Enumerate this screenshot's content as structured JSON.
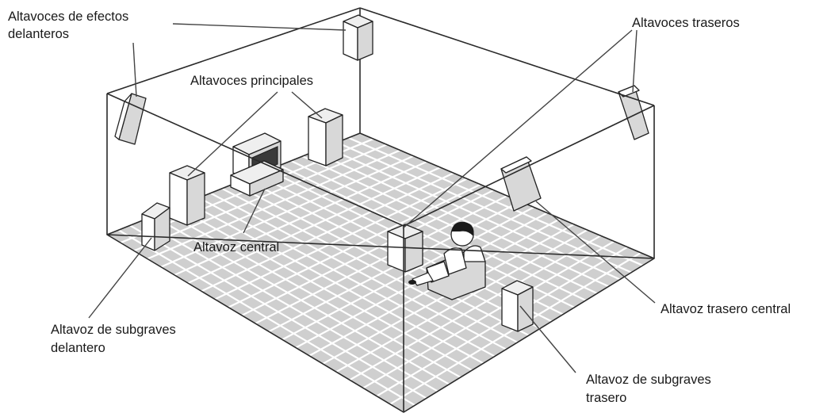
{
  "labels": {
    "front_effects": [
      "Altavoces de efectos",
      "delanteros"
    ],
    "rear": [
      "Altavoces traseros"
    ],
    "main": [
      "Altavoces principales"
    ],
    "center": [
      "Altavoz central"
    ],
    "front_sub": [
      "Altavoz de subgraves",
      "delantero"
    ],
    "rear_center": [
      "Altavoz trasero central"
    ],
    "rear_sub": [
      "Altavoz de subgraves",
      "trasero"
    ]
  },
  "colors": {
    "floor": "#cfcfcf",
    "floor_grid": "#ffffff",
    "line": "#2a2a2a"
  }
}
